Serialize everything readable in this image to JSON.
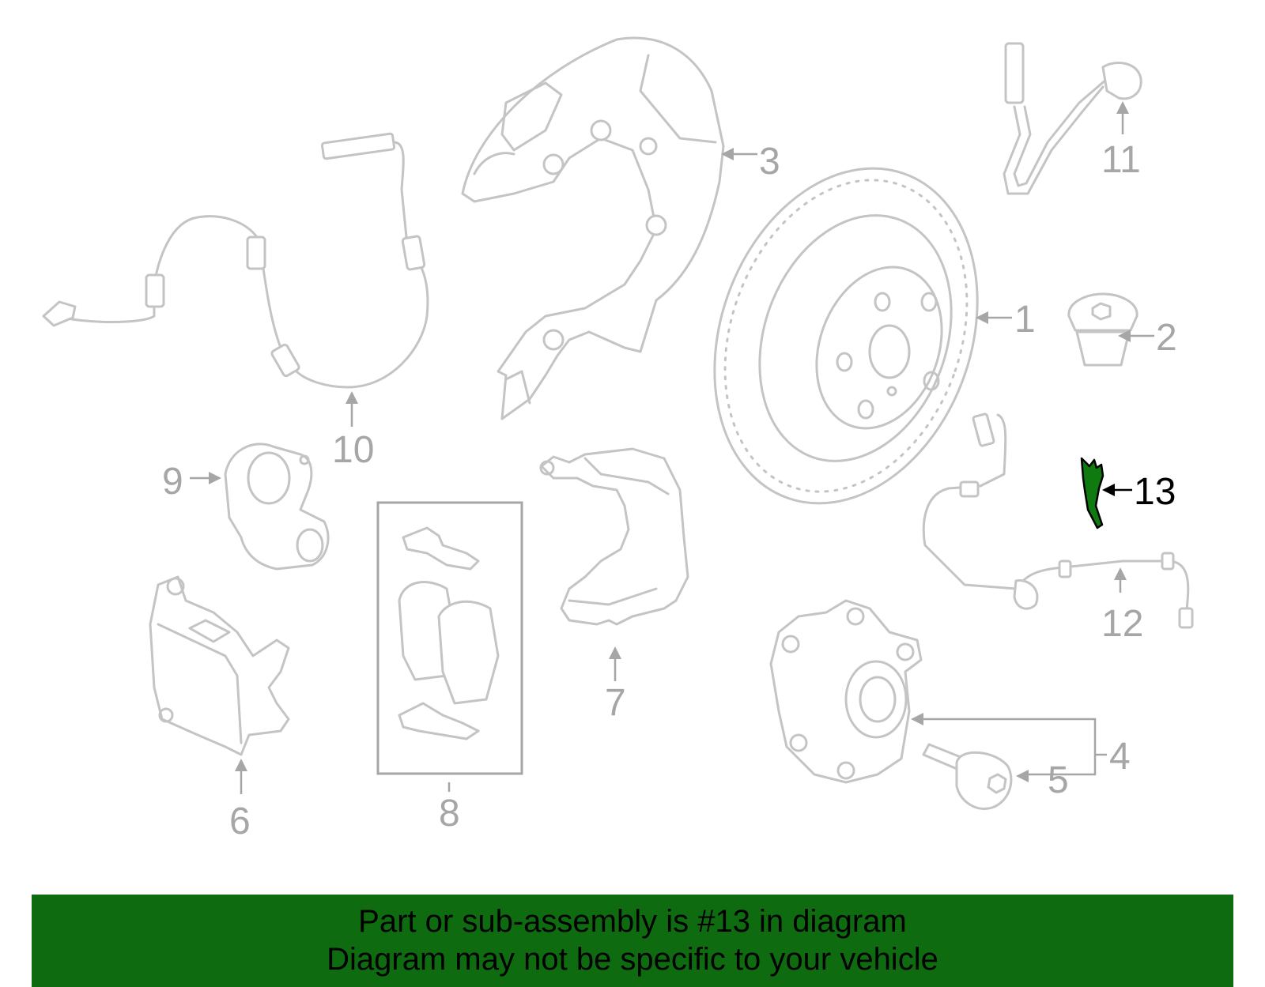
{
  "callouts": {
    "c1": "1",
    "c2": "2",
    "c3": "3",
    "c4": "4",
    "c5": "5",
    "c6": "6",
    "c7": "7",
    "c8": "8",
    "c9": "9",
    "c10": "10",
    "c11": "11",
    "c12": "12",
    "c13": "13"
  },
  "banner": {
    "line1": "Part or sub-assembly is #13 in diagram",
    "line2": "Diagram may not be specific to your vehicle"
  },
  "colors": {
    "highlight": "#0f7a0f",
    "banner_bg": "#0f6b0f",
    "part_stroke": "#c4c4c4",
    "callout_text": "#a6a6a6"
  }
}
